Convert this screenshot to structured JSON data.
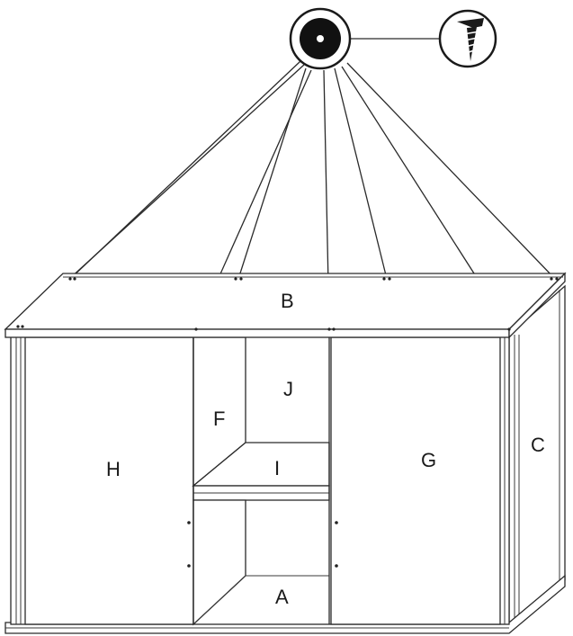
{
  "labels": {
    "A": "A",
    "B": "B",
    "C": "C",
    "F": "F",
    "G": "G",
    "H": "H",
    "I": "I",
    "J": "J"
  },
  "icons": {
    "hole": "screw-hole-icon",
    "screw": "screw-icon"
  }
}
